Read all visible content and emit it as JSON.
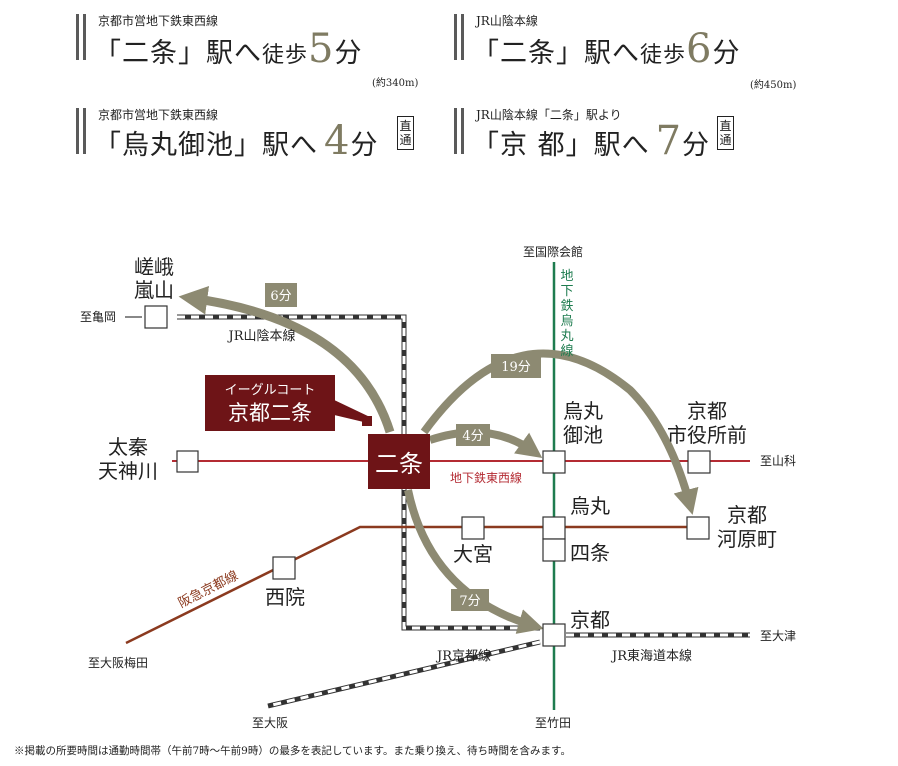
{
  "access": [
    {
      "line": "京都市営地下鉄東西線",
      "pre": "「二条」駅へ",
      "walk": "徒歩",
      "minutes": "5",
      "unit": "分",
      "dist": "(約340m)"
    },
    {
      "line": "JR山陰本線",
      "pre": "「二条」駅へ",
      "walk": "徒歩",
      "minutes": "6",
      "unit": "分",
      "dist": "(約450m)"
    },
    {
      "line": "京都市営地下鉄東西線",
      "pre": "「烏丸御池」駅へ",
      "walk": "",
      "minutes": "4",
      "unit": "分",
      "direct": "直通"
    },
    {
      "line": "JR山陰本線「二条」駅より",
      "pre": "「京 都」駅へ",
      "walk": "",
      "minutes": "7",
      "unit": "分",
      "direct": "直通"
    }
  ],
  "map": {
    "property": {
      "line1": "イーグルコート",
      "line2": "京都二条"
    },
    "stations": {
      "nijo": "二条",
      "arashiyama": [
        "嵯峨",
        "嵐山"
      ],
      "uzumasa": [
        "太秦",
        "天神川"
      ],
      "karasuma_oike": [
        "烏丸",
        "御池"
      ],
      "shiyakusho": [
        "京都",
        "市役所前"
      ],
      "karasuma": "烏丸",
      "shijo": "四条",
      "kawaramachi": [
        "京都",
        "河原町"
      ],
      "omiya": "大宮",
      "saiin": "西院",
      "kyoto": "京都"
    },
    "lines": {
      "jr_sanin": "JR山陰本線",
      "tozai": "地下鉄東西線",
      "karasuma": [
        "地",
        "下",
        "鉄",
        "烏",
        "丸",
        "線"
      ],
      "hankyu": "阪急京都線",
      "jr_kyoto": "JR京都線",
      "jr_tokaido": "JR東海道本線"
    },
    "directions": {
      "kameoka": "至亀岡",
      "kokusai": "至国際会館",
      "yamashina": "至山科",
      "umeda": "至大阪梅田",
      "otsu": "至大津",
      "osaka": "至大阪",
      "takeda": "至竹田"
    },
    "times": {
      "arashiyama": "6分",
      "kawaramachi": "19分",
      "oike": "4分",
      "kyoto": "7分"
    },
    "colors": {
      "tozai": "#b42b33",
      "karasuma": "#1e7c4f",
      "hankyu": "#8b3a1f",
      "property": "#6e1417",
      "arrow": "#8d8a72",
      "jr": "#333333"
    }
  },
  "footnote": "※掲載の所要時間は通勤時間帯（午前7時〜午前9時）の最多を表記しています。また乗り換え、待ち時間を含みます。"
}
